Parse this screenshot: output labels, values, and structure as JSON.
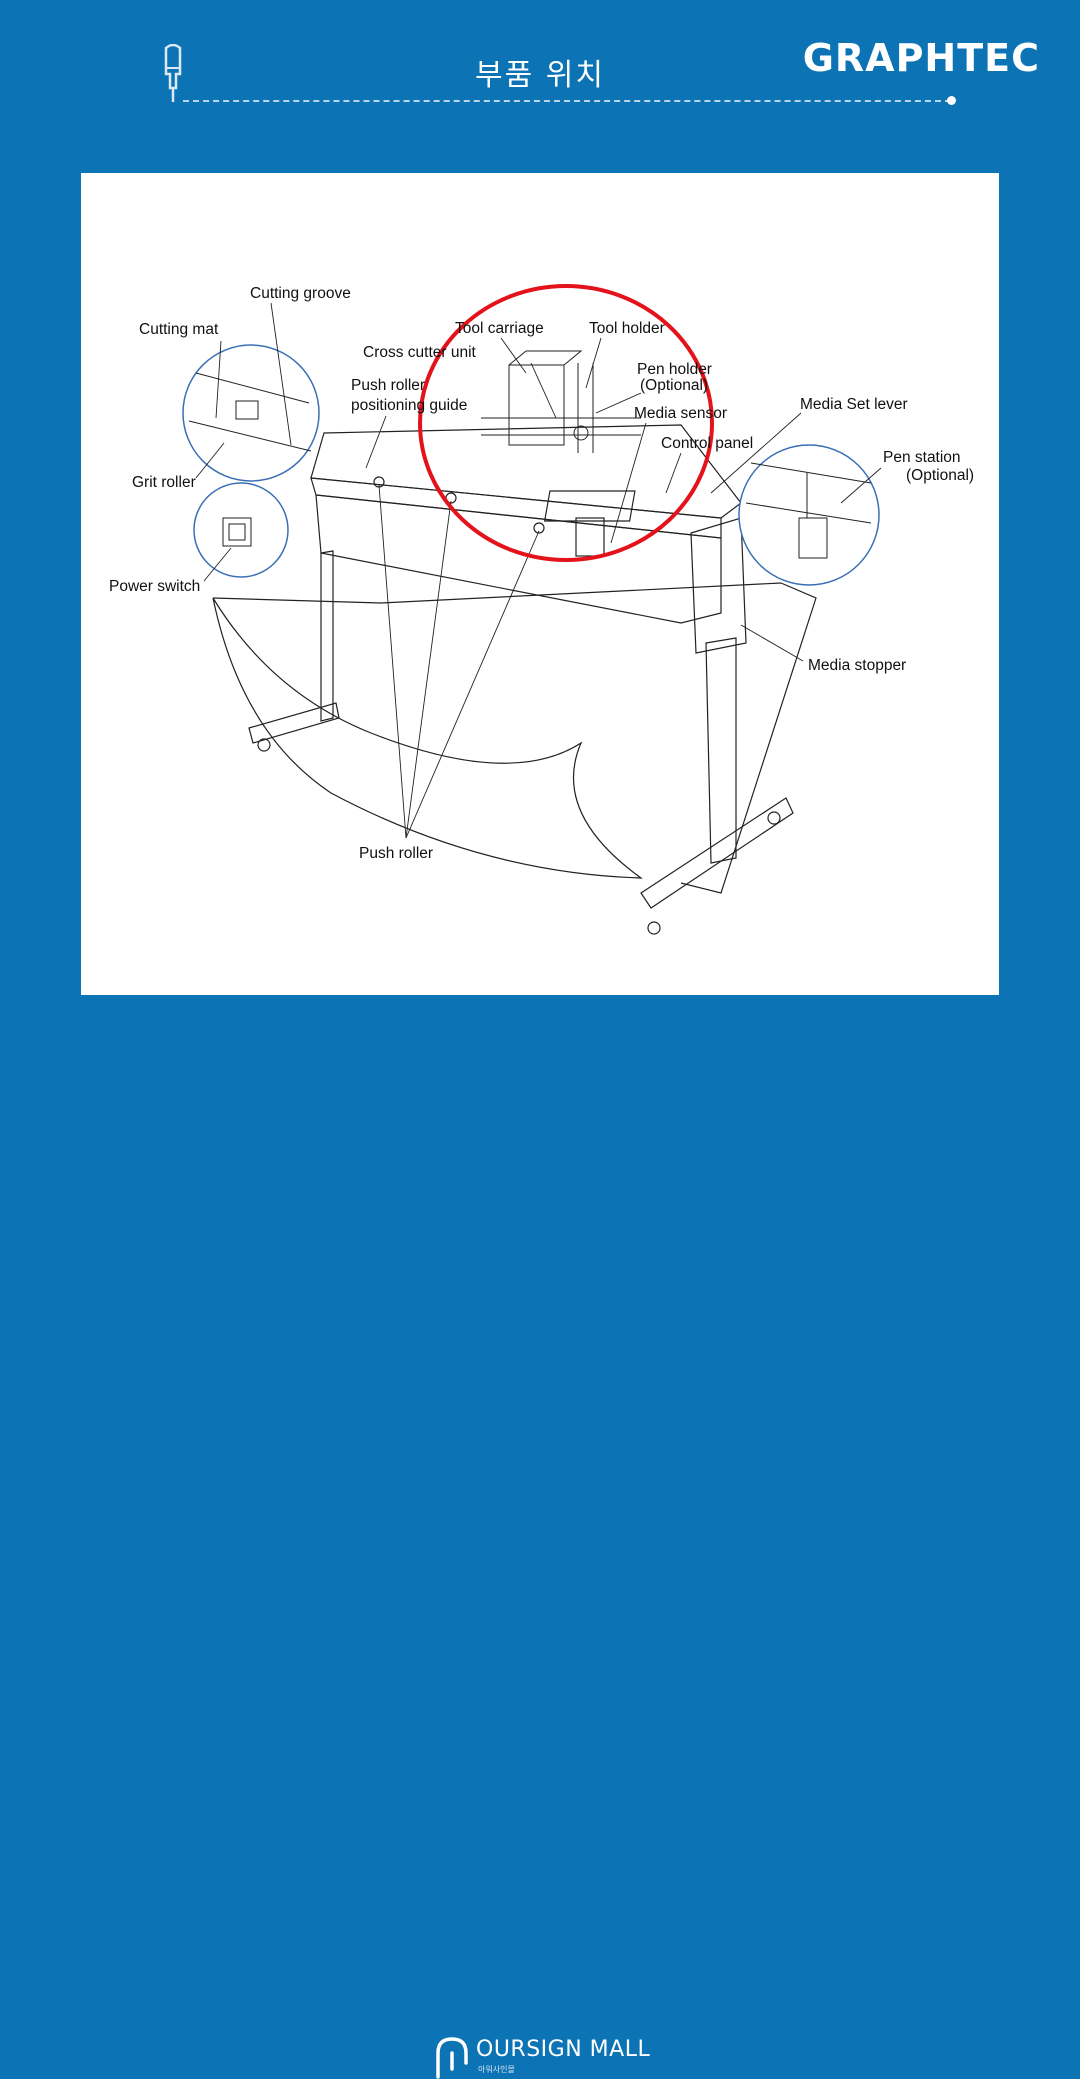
{
  "header": {
    "title": "부품 위치",
    "brand": "GRAPHTEC",
    "icon": "pen-icon"
  },
  "diagram": {
    "labels": {
      "cutting_groove": "Cutting groove",
      "cutting_mat": "Cutting mat",
      "tool_carriage": "Tool carriage",
      "tool_holder": "Tool holder",
      "cross_cutter_unit": "Cross cutter unit",
      "pen_holder": "Pen holder",
      "pen_holder_optional": "(Optional)",
      "push_roller_positioning_guide_1": "Push roller",
      "push_roller_positioning_guide_2": "positioning guide",
      "media_sensor": "Media sensor",
      "media_set_lever": "Media Set lever",
      "control_panel": "Control panel",
      "pen_station": "Pen station",
      "pen_station_optional": "(Optional)",
      "grit_roller": "Grit roller",
      "power_switch": "Power switch",
      "media_stopper": "Media stopper",
      "push_roller": "Push roller"
    },
    "highlight_color": "#e3121b",
    "callout_color": "#3a6fb5"
  },
  "footer": {
    "name": "OURSIGN MALL",
    "sub": "아워사인몰",
    "icon": "oursign-logo-icon"
  }
}
